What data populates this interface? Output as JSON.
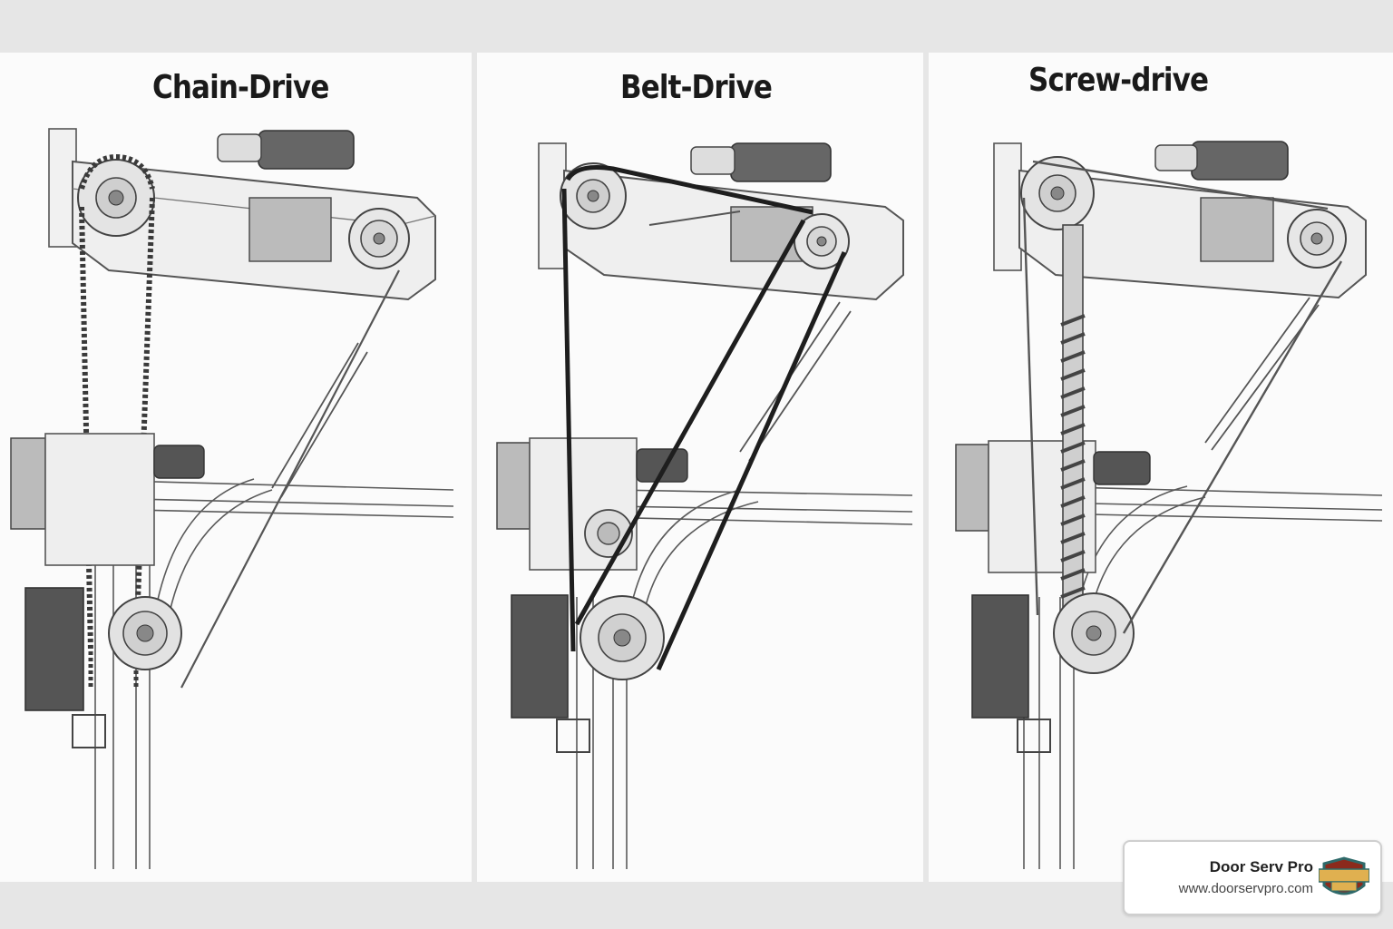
{
  "panels": [
    {
      "title": "Chain-Drive"
    },
    {
      "title": "Belt-Drive"
    },
    {
      "title": "Screw-drive"
    }
  ],
  "badge": {
    "company": "Door Serv Pro",
    "website": "www.doorservpro.com",
    "logo_text": "Door Serv Pro"
  },
  "colors": {
    "background": "#e6e6e6",
    "panel": "#fbfbfb",
    "line": "#5a5a5a",
    "motor": "#4a4a4a",
    "logo_red": "#8b2a1c",
    "logo_teal": "#2f6a6a",
    "logo_gold": "#e0b050"
  }
}
